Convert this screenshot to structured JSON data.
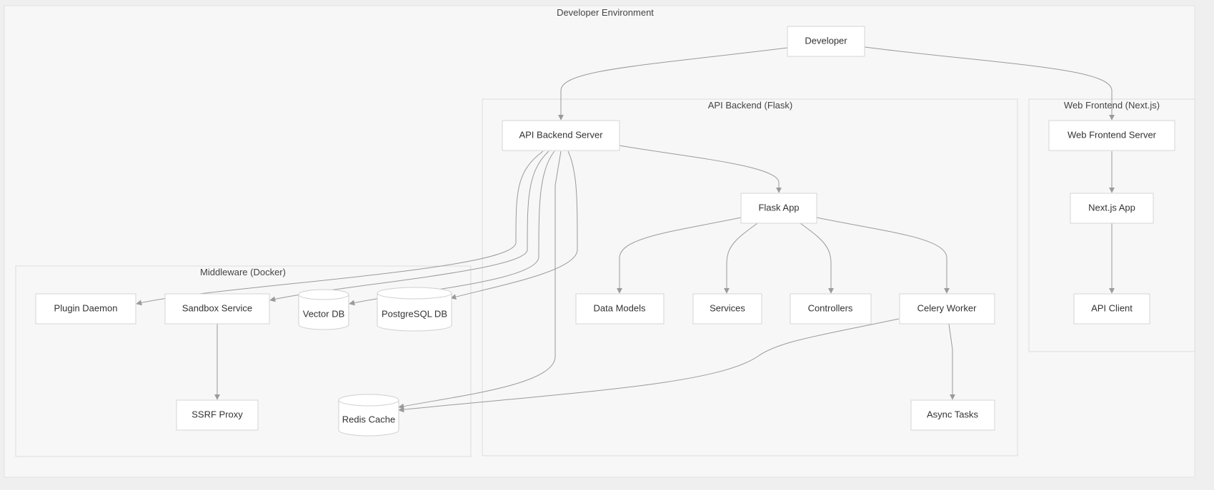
{
  "clusters": {
    "environment": "Developer Environment",
    "backend": "API Backend (Flask)",
    "frontend": "Web Frontend (Next.js)",
    "middleware": "Middleware (Docker)"
  },
  "nodes": {
    "developer": "Developer",
    "api_server": "API Backend Server",
    "flask_app": "Flask App",
    "data_models": "Data Models",
    "services": "Services",
    "controllers": "Controllers",
    "celery_worker": "Celery Worker",
    "async_tasks": "Async Tasks",
    "web_server": "Web Frontend Server",
    "nextjs_app": "Next.js App",
    "api_client": "API Client",
    "plugin_daemon": "Plugin Daemon",
    "sandbox_service": "Sandbox Service",
    "vector_db": "Vector DB",
    "postgres_db": "PostgreSQL DB",
    "ssrf_proxy": "SSRF Proxy",
    "redis_cache": "Redis Cache"
  }
}
